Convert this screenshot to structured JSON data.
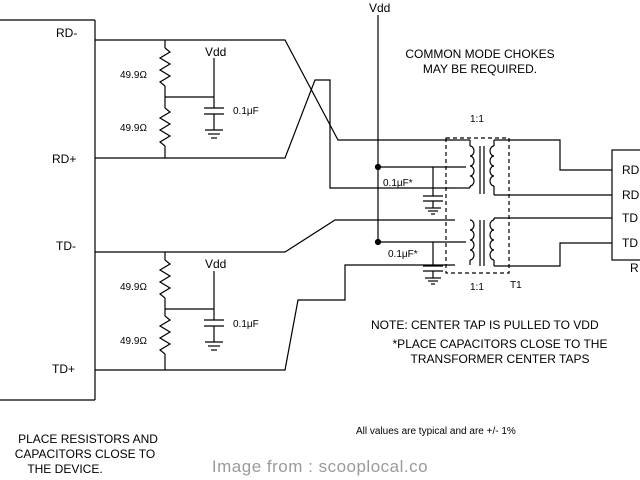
{
  "pins": {
    "rd_minus": "RD-",
    "rd_plus": "RD+",
    "td_minus": "TD-",
    "td_plus": "TD+"
  },
  "supply": {
    "top_vdd": "Vdd",
    "rx_vdd": "Vdd",
    "tx_vdd": "Vdd"
  },
  "components": {
    "r_rx_top": "49.9Ω",
    "r_rx_bottom": "49.9Ω",
    "c_rx": "0.1μF",
    "r_tx_top": "49.9Ω",
    "r_tx_bottom": "49.9Ω",
    "c_tx": "0.1μF",
    "c_ct_rx": "0.1μF*",
    "c_ct_tx": "0.1μF*"
  },
  "transformer": {
    "ratio_top": "1:1",
    "ratio_bottom": "1:1",
    "name": "T1"
  },
  "connector": {
    "pin1": "RD",
    "pin2": "RD",
    "pin3": "TD",
    "pin4": "TD",
    "ref": "R"
  },
  "notes": {
    "choke_line1": "COMMON MODE CHOKES",
    "choke_line2": "MAY BE REQUIRED.",
    "center_tap": "NOTE: CENTER TAP IS PULLED TO VDD",
    "caps_line1": "*PLACE CAPACITORS CLOSE TO THE",
    "caps_line2": "TRANSFORMER CENTER TAPS",
    "tolerance": "All values are typical and are +/- 1%",
    "place_line1": "PLACE RESISTORS AND",
    "place_line2": "CAPACITORS CLOSE TO",
    "place_line3": "THE DEVICE."
  },
  "watermark": "Image from : scooplocal.co"
}
